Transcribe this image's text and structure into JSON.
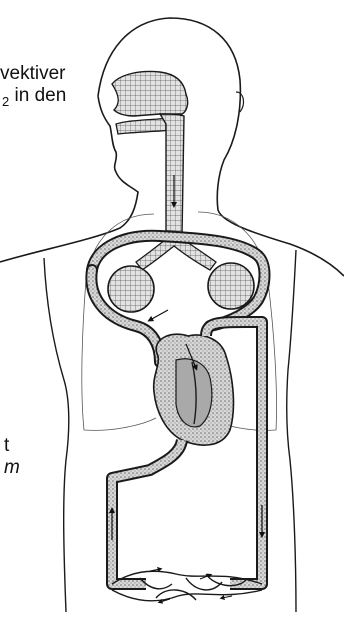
{
  "labels": {
    "top_line1": "vektiver",
    "top_line2_prefix": "",
    "top_line2_sub": "2",
    "top_line2_suffix": " in den",
    "bottom_line1": "t",
    "bottom_line2": "m"
  },
  "colors": {
    "stroke": "#1a1a1a",
    "shade": "#bdbdbd",
    "shade_dark": "#8e8e8e",
    "background": "#ffffff"
  }
}
